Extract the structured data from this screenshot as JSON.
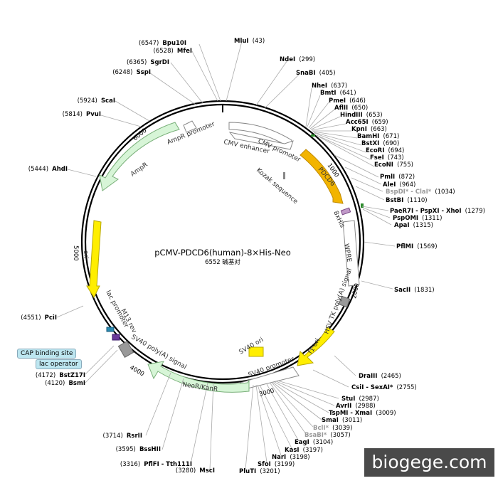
{
  "map": {
    "title": "pCMV-PDCD6(human)-8×His-Neo",
    "size_label": "6552 碱基对"
  },
  "sites": [
    {
      "name": "Bpu10I",
      "pos": "(6547)"
    },
    {
      "name": "MfeI",
      "pos": "(6528)"
    },
    {
      "name": "SgrDI",
      "pos": "(6365)"
    },
    {
      "name": "SspI",
      "pos": "(6248)"
    },
    {
      "name": "ScaI",
      "pos": "(5924)"
    },
    {
      "name": "PvuI",
      "pos": "(5814)"
    },
    {
      "name": "AhdI",
      "pos": "(5444)"
    },
    {
      "name": "PciI",
      "pos": "(4551)"
    },
    {
      "name": "BstZ17I",
      "pos": "(4172)"
    },
    {
      "name": "BsmI",
      "pos": "(4120)"
    },
    {
      "name": "RsrII",
      "pos": "(3714)"
    },
    {
      "name": "BssHII",
      "pos": "(3595)"
    },
    {
      "name": "PflFI - Tth111I",
      "pos": "(3316)"
    },
    {
      "name": "MscI",
      "pos": "(3280)"
    },
    {
      "name": "MluI",
      "pos": "(43)"
    },
    {
      "name": "NdeI",
      "pos": "(299)"
    },
    {
      "name": "SnaBI",
      "pos": "(405)"
    },
    {
      "name": "NheI",
      "pos": "(637)"
    },
    {
      "name": "BmtI",
      "pos": "(641)"
    },
    {
      "name": "PmeI",
      "pos": "(646)"
    },
    {
      "name": "AflII",
      "pos": "(650)"
    },
    {
      "name": "HindIII",
      "pos": "(653)"
    },
    {
      "name": "Acc65I",
      "pos": "(659)"
    },
    {
      "name": "KpnI",
      "pos": "(663)"
    },
    {
      "name": "BamHI",
      "pos": "(671)"
    },
    {
      "name": "BstXI",
      "pos": "(690)"
    },
    {
      "name": "EcoRI",
      "pos": "(694)"
    },
    {
      "name": "FseI",
      "pos": "(743)"
    },
    {
      "name": "EcoNI",
      "pos": "(755)"
    },
    {
      "name": "PmlI",
      "pos": "(872)"
    },
    {
      "name": "AleI",
      "pos": "(964)"
    },
    {
      "name": "BspDI* - ClaI*",
      "pos": "(1034)"
    },
    {
      "name": "BstBI",
      "pos": "(1110)"
    },
    {
      "name": "PaeR7I - PspXI - XhoI",
      "pos": "(1279)"
    },
    {
      "name": "PspOMI",
      "pos": "(1311)"
    },
    {
      "name": "ApaI",
      "pos": "(1315)"
    },
    {
      "name": "PflMI",
      "pos": "(1569)"
    },
    {
      "name": "SacII",
      "pos": "(1831)"
    },
    {
      "name": "DraIII",
      "pos": "(2465)"
    },
    {
      "name": "CsiI - SexAI*",
      "pos": "(2755)"
    },
    {
      "name": "StuI",
      "pos": "(2987)"
    },
    {
      "name": "AvrII",
      "pos": "(2988)"
    },
    {
      "name": "TspMI - XmaI",
      "pos": "(3009)"
    },
    {
      "name": "SmaI",
      "pos": "(3011)"
    },
    {
      "name": "BclI*",
      "pos": "(3039)"
    },
    {
      "name": "BsaBI*",
      "pos": "(3057)"
    },
    {
      "name": "EagI",
      "pos": "(3104)"
    },
    {
      "name": "KasI",
      "pos": "(3197)"
    },
    {
      "name": "NarI",
      "pos": "(3198)"
    },
    {
      "name": "SfoI",
      "pos": "(3199)"
    },
    {
      "name": "PluTI",
      "pos": "(3201)"
    }
  ],
  "features": {
    "amp_promoter": "AmpR promoter",
    "cmv_enhancer": "CMV enhancer",
    "cmv_promoter": "CMV promoter",
    "ampr": "AmpR",
    "pdcd6": "PDCD6",
    "kozak": "Kozak sequence",
    "his": "8xHis",
    "ori": "ori",
    "wpre": "WPRE",
    "hsv_tk": "HSV TK poly(A) signal",
    "m13": "M13 rev",
    "lac_promoter": "lac promoter",
    "sv40_polya": "SV40 poly(A) signal",
    "sv40_ori": "SV40 ori",
    "f1_ori": "f1 ori",
    "sv40_promoter": "SV40 promoter",
    "neo": "NeoR/KanR",
    "cap": "CAP binding site",
    "lac_operator": "lac operator"
  },
  "ticks": {
    "t1000": "1000",
    "t2000": "2000",
    "t3000": "3000",
    "t4000": "4000",
    "t5000": "5000",
    "t6000": "6000"
  },
  "watermark": "biogege.com",
  "colors": {
    "pdcd6": "#f2b400",
    "ori": "#ffee00",
    "ampr": "#d7f5d7",
    "neo": "#d7f5d7",
    "his": "#c19ac9",
    "gray": "#999999"
  }
}
